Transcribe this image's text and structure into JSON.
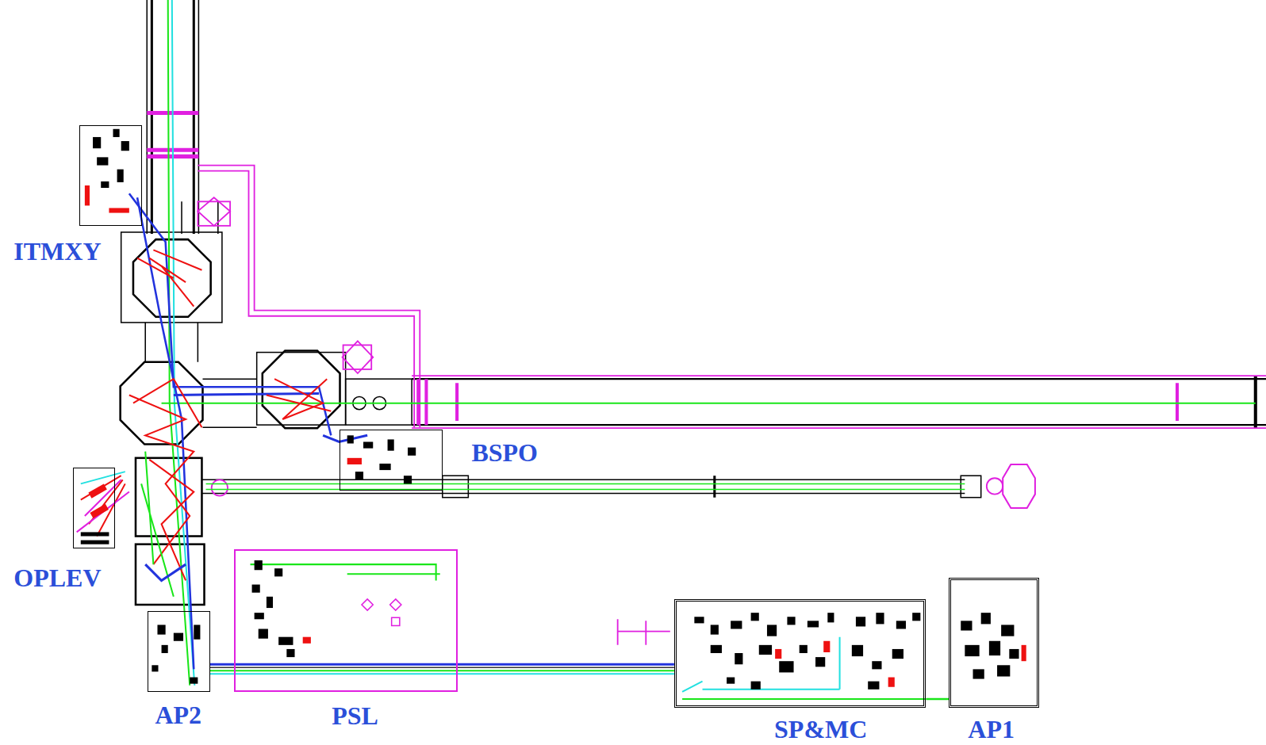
{
  "diagram": {
    "nodes": [
      {
        "text": [
          "ITMXY"
        ]
      },
      {
        "text": [
          "BSPO"
        ]
      },
      {
        "text": [
          "OPLEV"
        ]
      },
      {
        "text": [
          "AP2"
        ]
      },
      {
        "text": [
          "PSL"
        ]
      },
      {
        "text": [
          "SP&MC"
        ]
      },
      {
        "text": [
          "AP1"
        ]
      }
    ],
    "edges": [
      {
        "from": 3,
        "to": 5,
        "arrow": "none"
      },
      {
        "from": 5,
        "to": 6,
        "arrow": "none"
      }
    ]
  }
}
